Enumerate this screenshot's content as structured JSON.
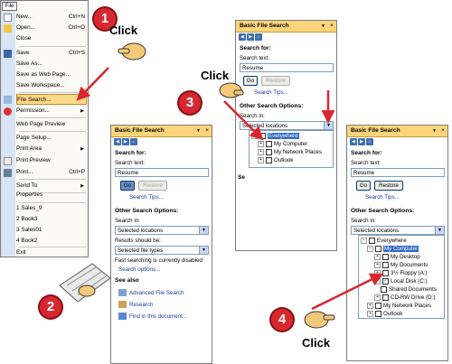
{
  "menu": {
    "tag": "File",
    "items": [
      {
        "label": "New...",
        "shortcut": "Ctrl+N"
      },
      {
        "label": "Open...",
        "shortcut": "Ctrl+O"
      },
      {
        "label": "Close",
        "shortcut": ""
      },
      {
        "label": "Save",
        "shortcut": "Ctrl+S"
      },
      {
        "label": "Save As...",
        "shortcut": ""
      },
      {
        "label": "Save as Web Page...",
        "shortcut": ""
      },
      {
        "label": "Save Workspace...",
        "shortcut": ""
      },
      {
        "label": "File Search...",
        "shortcut": ""
      },
      {
        "label": "Permission...",
        "shortcut": ""
      },
      {
        "label": "Web Page Preview",
        "shortcut": ""
      },
      {
        "label": "Page Setup...",
        "shortcut": ""
      },
      {
        "label": "Print Area",
        "shortcut": ""
      },
      {
        "label": "Print Preview",
        "shortcut": ""
      },
      {
        "label": "Print...",
        "shortcut": "Ctrl+P"
      },
      {
        "label": "Send To",
        "shortcut": ""
      },
      {
        "label": "Properties",
        "shortcut": ""
      },
      {
        "label": "1 Sales_9",
        "shortcut": ""
      },
      {
        "label": "2 Book3",
        "shortcut": ""
      },
      {
        "label": "3 Sales01",
        "shortcut": ""
      },
      {
        "label": "4 Book2",
        "shortcut": ""
      },
      {
        "label": "Exit",
        "shortcut": ""
      }
    ]
  },
  "steps": {
    "s1": "1",
    "s2": "2",
    "s3": "3",
    "s4": "4",
    "click": "Click"
  },
  "panel": {
    "title": "Basic File Search",
    "search_for": "Search for:",
    "search_text": "Search text:",
    "query": "Resume",
    "go": "Go",
    "restore": "Restore",
    "tips": "Search Tips...",
    "other": "Other Search Options:",
    "search_in": "Search in:",
    "selected_locations": "Selected locations",
    "results_label": "Results should be:",
    "selected_file_types": "Selected file types",
    "fast_note": "Fast searching is currently disabled",
    "search_options": "Search options...",
    "see_also": "See also",
    "advanced": "Advanced File Search",
    "research": "Research",
    "find_doc": "Find in this document...",
    "partial_se": "Se"
  },
  "tree3": [
    "Everywhere",
    "My Computer",
    "My Network Places",
    "Outlook"
  ],
  "tree4": [
    "Everywhere",
    "My Computer",
    "My Desktop",
    "My Documents",
    "3½ Floppy (A:)",
    "Local Disk (C:)",
    "Shared Documents",
    "CD-RW Drive (D:)",
    "My Network Places",
    "Outlook"
  ]
}
